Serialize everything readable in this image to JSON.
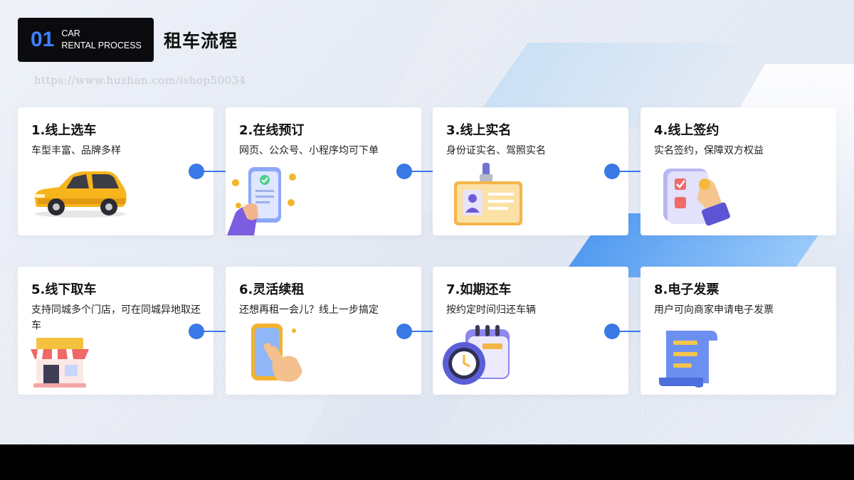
{
  "header": {
    "badge_number": "01",
    "badge_line1": "CAR",
    "badge_line2": "RENTAL PROCESS",
    "title": "租车流程"
  },
  "watermark": "https://www.huzhan.com/ishop50034",
  "colors": {
    "accent": "#3b78e7",
    "badge_bg": "#0b0b0f",
    "badge_number": "#3b82f6"
  },
  "steps": [
    {
      "title": "1.线上选车",
      "desc": "车型丰富、品牌多样",
      "icon": "car-icon"
    },
    {
      "title": "2.在线预订",
      "desc": "网页、公众号、小程序均可下单",
      "icon": "phone-order-icon"
    },
    {
      "title": "3.线上实名",
      "desc": "身份证实名、驾照实名",
      "icon": "id-badge-icon"
    },
    {
      "title": "4.线上签约",
      "desc": "实名签约，保障双方权益",
      "icon": "contract-sign-icon"
    },
    {
      "title": "5.线下取车",
      "desc": "支持同城多个门店，可在同城异地取还车",
      "icon": "store-icon"
    },
    {
      "title": "6.灵活续租",
      "desc": "还想再租一会儿？线上一步搞定",
      "icon": "tap-phone-icon"
    },
    {
      "title": "7.如期还车",
      "desc": "按约定时间归还车辆",
      "icon": "clock-calendar-icon"
    },
    {
      "title": "8.电子发票",
      "desc": "用户可向商家申请电子发票",
      "icon": "invoice-scroll-icon"
    }
  ]
}
